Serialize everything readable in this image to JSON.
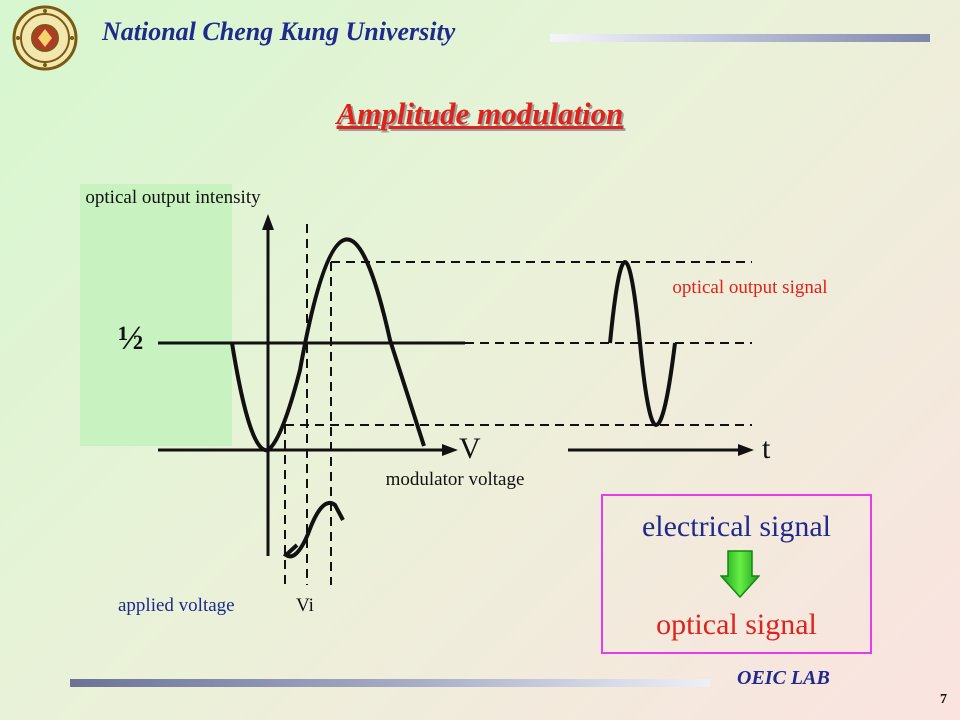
{
  "header": {
    "university": "National Cheng Kung University",
    "logo": "university-seal-icon"
  },
  "slide": {
    "title": "Amplitude modulation"
  },
  "diagram": {
    "y_axis_label": "optical output intensity",
    "half_level_label": "½",
    "x_axis_symbol": "V",
    "x_axis_label": "modulator voltage",
    "time_axis_symbol": "t",
    "output_label": "optical output signal",
    "input_label": "applied voltage",
    "input_symbol": "Vi"
  },
  "conversion": {
    "from": "electrical signal",
    "to": "optical signal",
    "arrow": "down-arrow-icon"
  },
  "footer": {
    "lab": "OEIC LAB",
    "page": "7"
  },
  "colors": {
    "title_red": "#e0221a",
    "header_blue": "#1f2a8c",
    "box_border": "#e63ee6",
    "arrow_green": "#33cc33"
  }
}
